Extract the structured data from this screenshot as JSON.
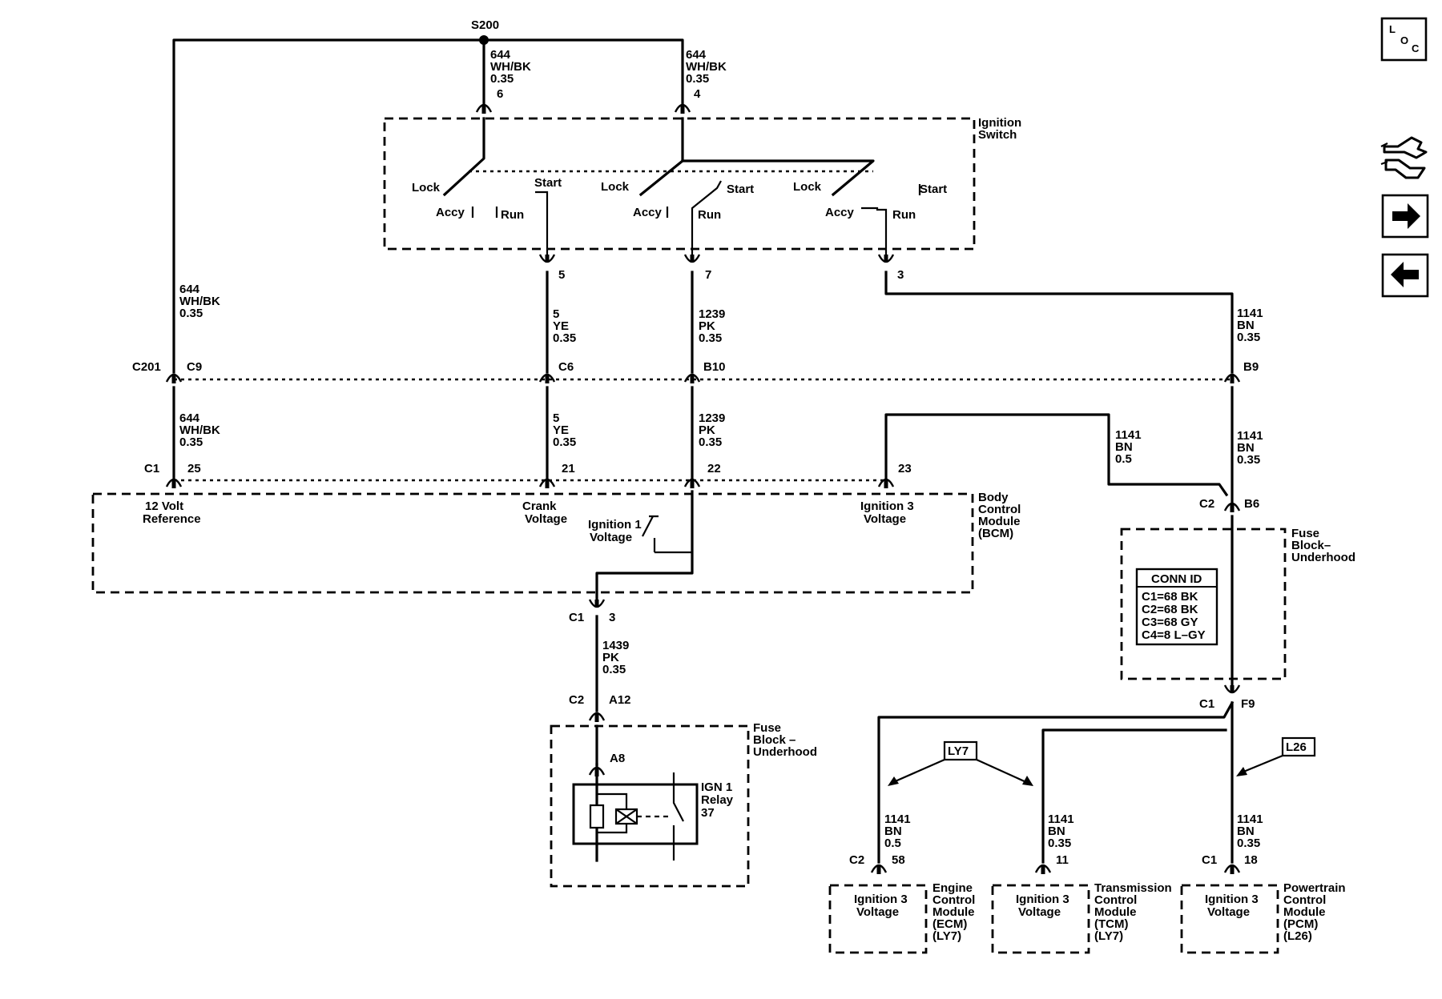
{
  "splice": "S200",
  "wires": {
    "w644": [
      "644",
      "WH/BK",
      "0.35"
    ],
    "w5": [
      "5",
      "YE",
      "0.35"
    ],
    "w1239": [
      "1239",
      "PK",
      "0.35"
    ],
    "w1141_035": [
      "1141",
      "BN",
      "0.35"
    ],
    "w1141_05": [
      "1141",
      "BN",
      "0.5"
    ],
    "w1439": [
      "1439",
      "PK",
      "0.35"
    ]
  },
  "pins": {
    "sw6": "6",
    "sw4": "4",
    "sw5": "5",
    "sw7": "7",
    "sw3": "3",
    "c201": "C201",
    "c9": "C9",
    "c6": "C6",
    "b10": "B10",
    "b9": "B9",
    "bcm_c1": "C1",
    "p25": "25",
    "p21": "21",
    "p22": "22",
    "p23": "23",
    "fb_c2": "C2",
    "b6": "B6",
    "bcm_out_c1": "C1",
    "bcm_out_3": "3",
    "fb2_c2": "C2",
    "a12": "A12",
    "a8": "A8",
    "fb_c1": "C1",
    "f9": "F9",
    "ecm_c2": "C2",
    "p58": "58",
    "p11": "11",
    "pcm_c1": "C1",
    "p18": "18"
  },
  "ignition_switch": {
    "title": [
      "Ignition",
      "Switch"
    ],
    "positions": {
      "lock": "Lock",
      "accy": "Accy",
      "run": "Run",
      "start": "Start"
    }
  },
  "bcm": {
    "title": [
      "Body",
      "Control",
      "Module",
      "(BCM)"
    ],
    "ref_12v": [
      "12 Volt",
      "Reference"
    ],
    "crank": [
      "Crank",
      "Voltage"
    ],
    "ign1": [
      "Ignition 1",
      "Voltage"
    ],
    "ign3": [
      "Ignition 3",
      "Voltage"
    ]
  },
  "fuse_block_1": {
    "title": [
      "Fuse",
      "Block–",
      "Underhood"
    ],
    "conn_id_title": "CONN ID",
    "conn_ids": [
      "C1=68 BK",
      "C2=68 BK",
      "C3=68 GY",
      "C4=8 L–GY"
    ]
  },
  "fuse_block_2": {
    "title": [
      "Fuse",
      "Block –",
      "Underhood"
    ],
    "relay": [
      "IGN 1",
      "Relay",
      "37"
    ]
  },
  "options": {
    "ly7": "LY7",
    "l26": "L26"
  },
  "modules": {
    "ecm": {
      "input": [
        "Ignition 3",
        "Voltage"
      ],
      "title": [
        "Engine",
        "Control",
        "Module",
        "(ECM)",
        "(LY7)"
      ]
    },
    "tcm": {
      "input": [
        "Ignition 3",
        "Voltage"
      ],
      "title": [
        "Transmission",
        "Control",
        "Module",
        "(TCM)",
        "(LY7)"
      ]
    },
    "pcm": {
      "input": [
        "Ignition 3",
        "Voltage"
      ],
      "title": [
        "Powertrain",
        "Control",
        "Module",
        "(PCM)",
        "(L26)"
      ]
    }
  },
  "nav": {
    "loc_letters": [
      "L",
      "O",
      "C"
    ],
    "connector_icon": "connector-icon",
    "next_icon": "arrow-right-icon",
    "prev_icon": "arrow-left-icon"
  }
}
